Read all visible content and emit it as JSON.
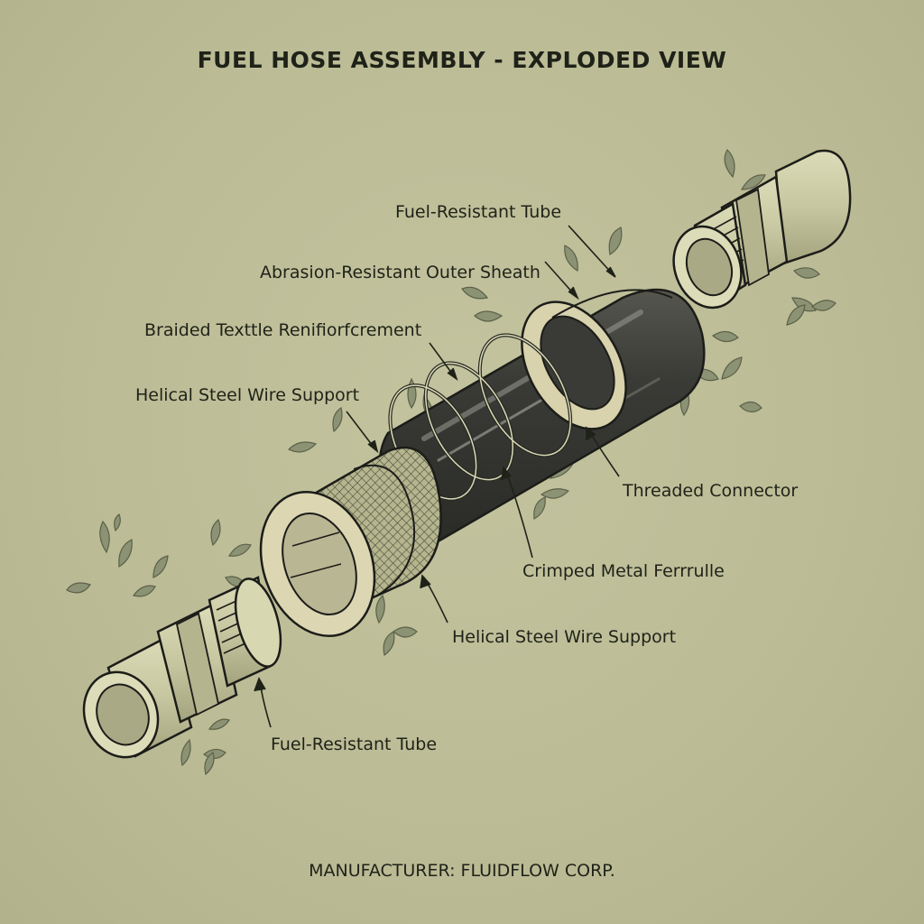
{
  "title": "FUEL HOSE ASSEMBLY - EXPLODED VIEW",
  "footer": "MANUFACTURER: FLUIDFLOW CORP.",
  "labels": {
    "fuel_tube_top": "Fuel-Resistant Tube",
    "outer_sheath": "Abrasion-Resistant Outer Sheath",
    "braided_reinforcement": "Braided Texttle Renifiorfcrement",
    "wire_support_left": "Helical Steel Wire Support",
    "threaded_connector": "Threaded Connector",
    "crimped_ferrule": "Crimped Metal Ferrrulle",
    "wire_support_bottom": "Helical Steel Wire Support",
    "fuel_tube_bottom": "Fuel-Resistant Tube"
  },
  "colors": {
    "background": "#bcbc96",
    "hose": "#3a3b36",
    "metal": "#c9c9a3",
    "ink": "#1f2218",
    "leaf": "#8c9274"
  }
}
